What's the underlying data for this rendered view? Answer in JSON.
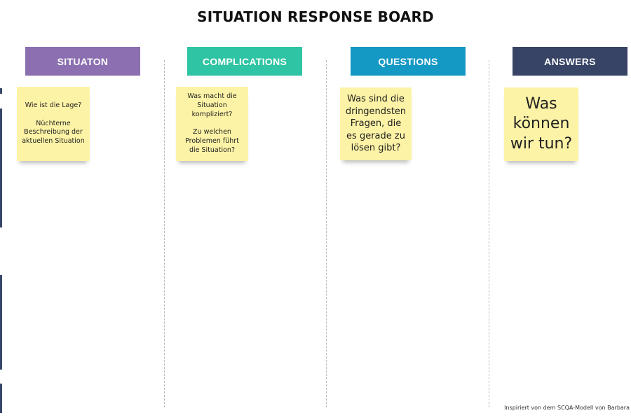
{
  "board": {
    "title": "SITUATION RESPONSE BOARD",
    "footer": "Inspiriert von dem SCQA-Modell von Barbara"
  },
  "columns": [
    {
      "header": "SITUATON",
      "header_color": "#8b6fb0",
      "note": "Wie ist die Lage?\n\nNüchterne Beschreibung der aktuellen Situation"
    },
    {
      "header": "COMPLICATIONS",
      "header_color": "#2fc4a3",
      "note": "Was macht die Situation kompliziert?\n\nZu welchen Problemen führt  die Situation?"
    },
    {
      "header": "QUESTIONS",
      "header_color": "#1498c4",
      "note": "Was sind die dringendsten Fragen, die es gerade zu lösen gibt?"
    },
    {
      "header": "ANSWERS",
      "header_color": "#374466",
      "note": "Was können wir tun?"
    }
  ],
  "colors": {
    "sticky": "#fdf3a6",
    "left_edge": "#37476a",
    "divider": "#b9b9b9"
  }
}
